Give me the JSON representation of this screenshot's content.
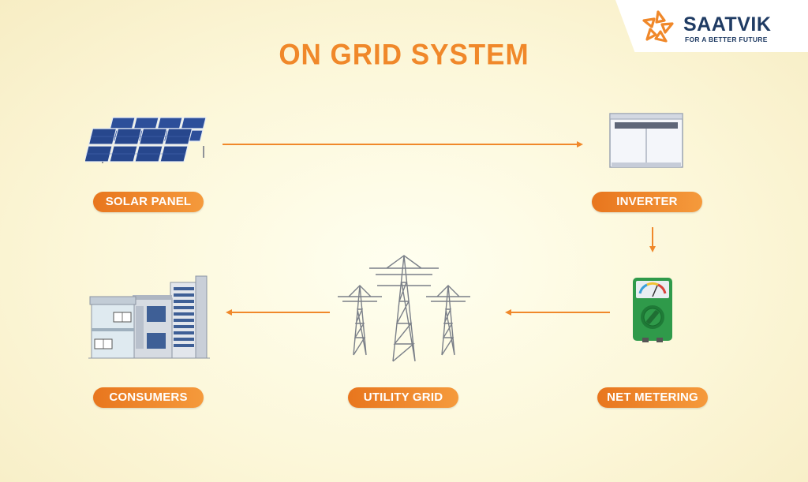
{
  "header": {
    "title": "ON GRID SYSTEM"
  },
  "logo": {
    "name": "SAATVIK",
    "tagline": "FOR A BETTER FUTURE"
  },
  "nodes": {
    "solar_panel": "SOLAR PANEL",
    "inverter": "INVERTER",
    "net_metering": "NET METERING",
    "utility_grid": "UTILITY GRID",
    "consumers": "CONSUMERS"
  },
  "flow": [
    {
      "from": "SOLAR PANEL",
      "to": "INVERTER"
    },
    {
      "from": "INVERTER",
      "to": "NET METERING"
    },
    {
      "from": "NET METERING",
      "to": "UTILITY GRID"
    },
    {
      "from": "UTILITY GRID",
      "to": "CONSUMERS"
    }
  ],
  "colors": {
    "accent": "#f0882a",
    "arrow": "#f0882a",
    "logo_text": "#1f3b63",
    "panel_blue": "#2d4f9a",
    "meter_green": "#2f9a4a"
  }
}
